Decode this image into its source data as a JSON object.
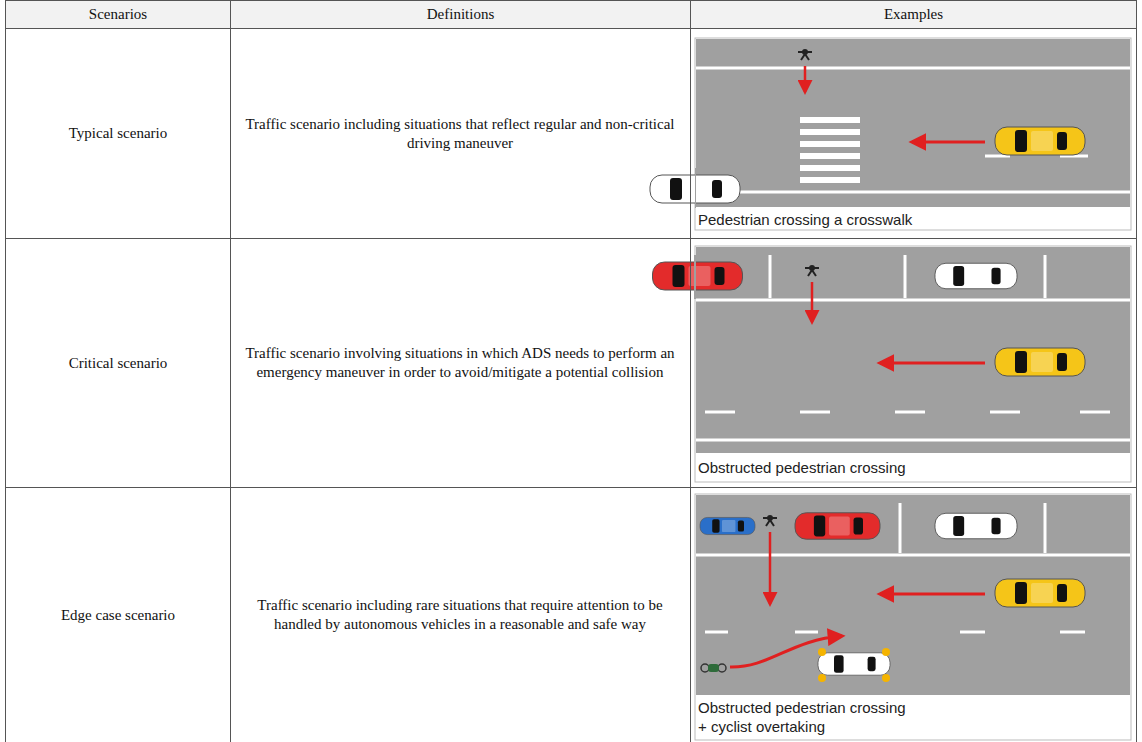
{
  "diagram": {
    "labels": [
      "Scenarios",
      "Definitions",
      "Examples",
      "Typical scenario",
      "Traffic scenario including situations that reflect regular and non-critical driving maneuver",
      "Pedestrian crossing a crosswalk",
      "Critical scenario",
      "Traffic scenario involving situations in which ADS needs to perform an emergency maneuver in order to avoid/mitigate a potential collision",
      "Obstructed pedestrian crossing",
      "Edge case scenario",
      "Traffic scenario including rare situations that require attention to be handled by autonomous vehicles in a reasonable and safe way",
      "Obstructed pedestrian crossing + cyclist overtaking"
    ]
  }
}
